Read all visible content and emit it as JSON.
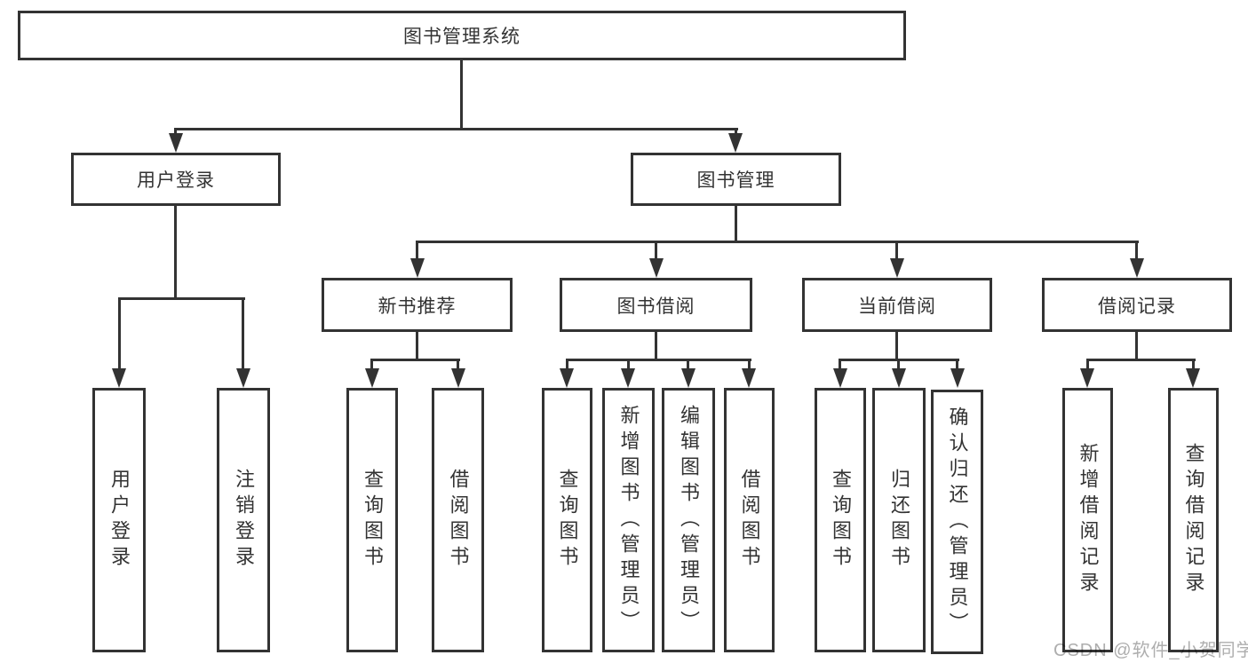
{
  "diagram_title": "图书管理系统",
  "tree": {
    "root": {
      "label": "图书管理系统"
    },
    "user_login": {
      "label": "用户登录",
      "children": [
        {
          "label": "用户登录"
        },
        {
          "label": "注销登录"
        }
      ]
    },
    "book_mgmt": {
      "label": "图书管理",
      "children": [
        {
          "label": "新书推荐",
          "children": [
            {
              "label": "查询图书"
            },
            {
              "label": "借阅图书"
            }
          ]
        },
        {
          "label": "图书借阅",
          "children": [
            {
              "label": "查询图书"
            },
            {
              "label": "新增图书（管理员）"
            },
            {
              "label": "编辑图书（管理员）"
            },
            {
              "label": "借阅图书"
            }
          ]
        },
        {
          "label": "当前借阅",
          "children": [
            {
              "label": "查询图书"
            },
            {
              "label": "归还图书"
            },
            {
              "label": "确认归还（管理员）"
            }
          ]
        },
        {
          "label": "借阅记录",
          "children": [
            {
              "label": "新增借阅记录"
            },
            {
              "label": "查询借阅记录"
            }
          ]
        }
      ]
    }
  },
  "watermark": {
    "text": "CSDN @软件_小贺同学"
  },
  "colors": {
    "line": "#333333",
    "text": "#333333",
    "background": "#ffffff",
    "watermark": "#aeaeae"
  }
}
